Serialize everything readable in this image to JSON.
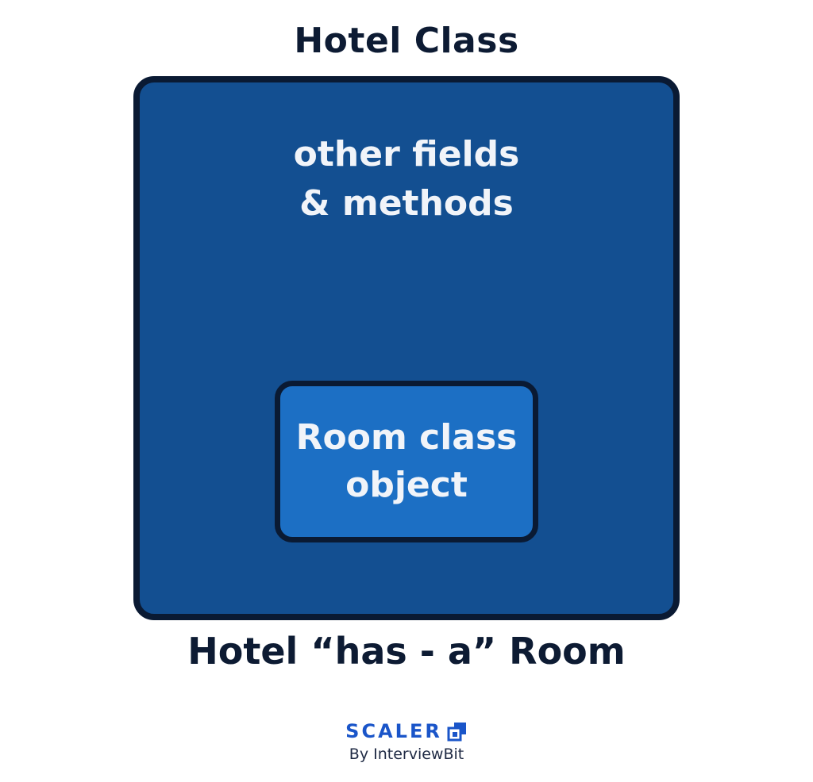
{
  "title": "Hotel Class",
  "outer": {
    "line1": "other fields",
    "line2": "& methods"
  },
  "inner": {
    "line1": "Room class",
    "line2": "object"
  },
  "caption": "Hotel “has - a” Room",
  "logo": {
    "brand": "SCALER",
    "tagline": "By InterviewBit",
    "icon": "scaler-cube-icon",
    "color": "#1a55c9"
  },
  "colors": {
    "outer_fill": "#134f91",
    "inner_fill": "#1c6fc4",
    "border": "#0a1a33",
    "text_dark": "#0d1b33"
  }
}
